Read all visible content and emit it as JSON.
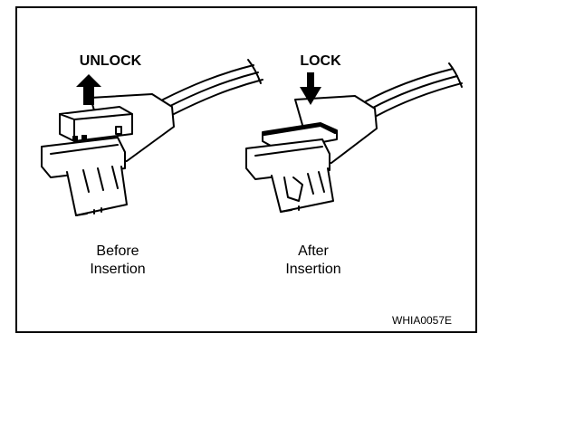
{
  "left": {
    "action_label": "UNLOCK",
    "caption_line1": "Before",
    "caption_line2": "Insertion",
    "arrow_direction": "up"
  },
  "right": {
    "action_label": "LOCK",
    "caption_line1": "After",
    "caption_line2": "Insertion",
    "arrow_direction": "down"
  },
  "figure_code": "WHIA0057E",
  "icons": [
    "unlock-arrow-up-icon",
    "lock-arrow-down-icon"
  ]
}
